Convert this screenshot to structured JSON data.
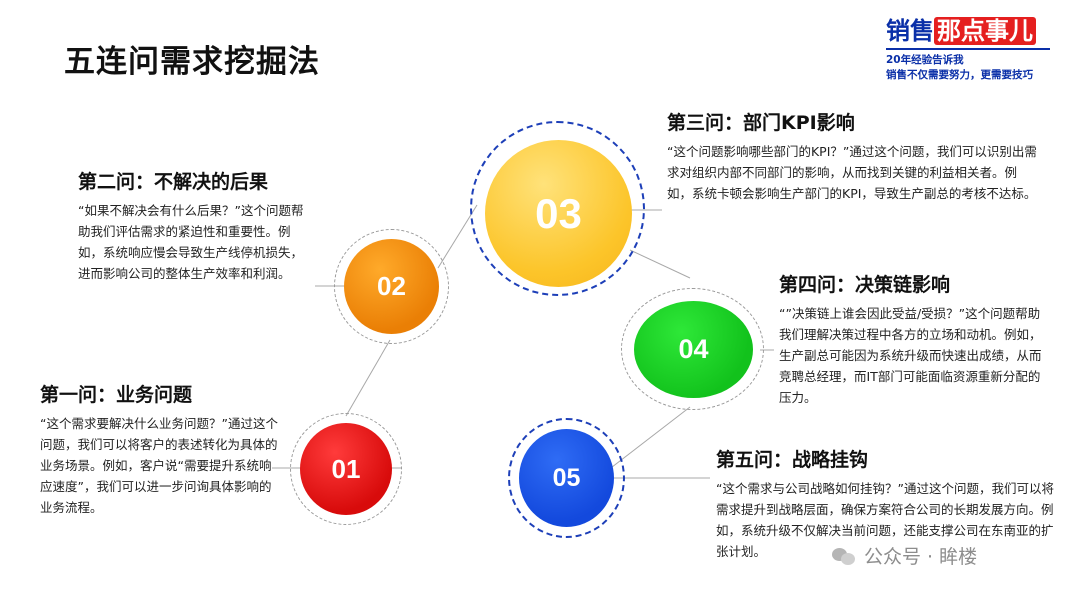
{
  "title": "五连问需求挖掘法",
  "brand": {
    "name_part1": "销售",
    "name_part2": "那点事儿",
    "line1": "20年经验告诉我",
    "line2": "销售不仅需要努力，更需要技巧"
  },
  "circles": {
    "c01": "01",
    "c02": "02",
    "c03": "03",
    "c04": "04",
    "c05": "05"
  },
  "questions": [
    {
      "heading": "第一问：业务问题",
      "body": "“这个需求要解决什么业务问题？”通过这个问题，我们可以将客户的表述转化为具体的业务场景。例如，客户说“需要提升系统响应速度”，我们可以进一步问询具体影响的业务流程。"
    },
    {
      "heading": "第二问：不解决的后果",
      "body": "“如果不解决会有什么后果？”这个问题帮助我们评估需求的紧迫性和重要性。例如，系统响应慢会导致生产线停机损失，进而影响公司的整体生产效率和利润。"
    },
    {
      "heading": "第三问：部门KPI影响",
      "body": "“这个问题影响哪些部门的KPI？”通过这个问题，我们可以识别出需求对组织内部不同部门的影响，从而找到关键的利益相关者。例如，系统卡顿会影响生产部门的KPI，导致生产副总的考核不达标。"
    },
    {
      "heading": "第四问：决策链影响",
      "body": "“”决策链上谁会因此受益/受损？”这个问题帮助我们理解决策过程中各方的立场和动机。例如，生产副总可能因为系统升级而快速出成绩，从而竞聘总经理，而IT部门可能面临资源重新分配的压力。"
    },
    {
      "heading": "第五问：战略挂钩",
      "body": "“这个需求与公司战略如何挂钩？”通过这个问题，我们可以将需求提升到战略层面，确保方案符合公司的长期发展方向。例如，系统升级不仅解决当前问题，还能支撑公司在东南亚的扩张计划。"
    }
  ],
  "watermark": "公众号 · 眸楼",
  "colors": {
    "red": "#d80b0b",
    "orange": "#ea7f05",
    "yellow": "#fcc52a",
    "green": "#12c21c",
    "blue": "#1349dd",
    "brand_blue": "#0a2fa8"
  }
}
